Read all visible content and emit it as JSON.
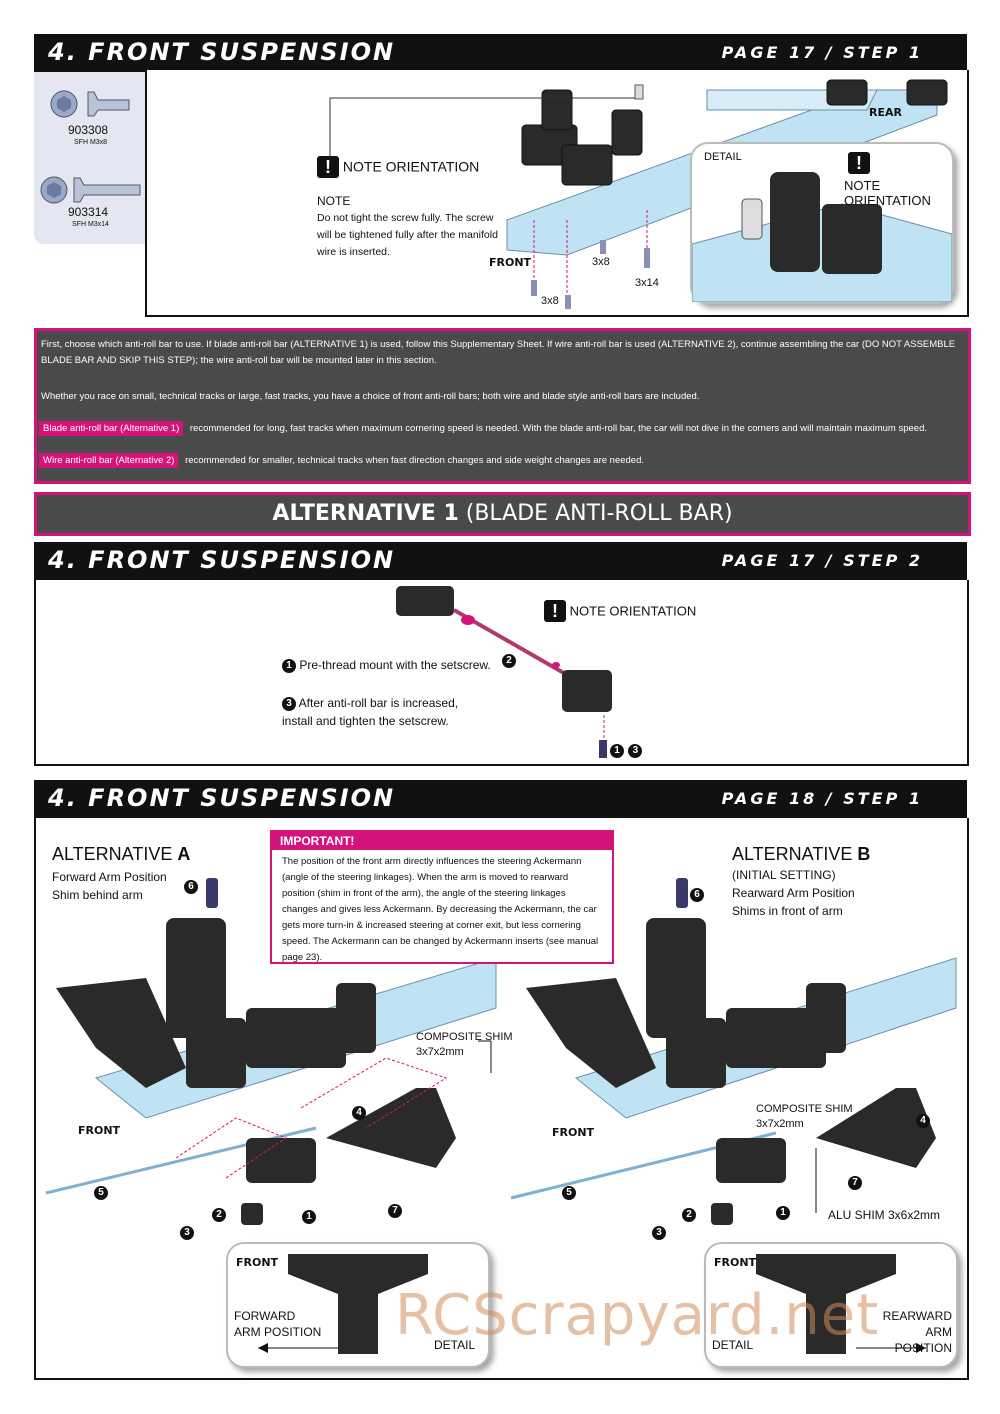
{
  "section1": {
    "title": "4. FRONT SUSPENSION",
    "page": "PAGE 17 / STEP 1",
    "parts": [
      {
        "code": "903308",
        "desc": "SFH M3x8"
      },
      {
        "code": "903314",
        "desc": "SFH M3x14"
      }
    ],
    "note_orientation": "NOTE ORIENTATION",
    "note_title": "NOTE",
    "note_text": "Do not tight the screw fully. The screw will be tightened fully after the manifold wire is inserted.",
    "front": "FRONT",
    "rear": "REAR",
    "detail": "DETAIL",
    "detail_note": "NOTE ORIENTATION",
    "screw_labels": [
      "3x8",
      "3x14",
      "3x8"
    ]
  },
  "info": {
    "para1": "First, choose which anti-roll bar to use. If blade anti-roll bar (ALTERNATIVE 1) is used, follow this Supplementary Sheet. If wire anti-roll bar is used (ALTERNATIVE 2), continue assembling the car (DO NOT ASSEMBLE BLADE BAR AND SKIP THIS STEP); the wire anti-roll bar will be mounted later in this section.",
    "para2": "Whether you race on small, technical tracks or large, fast tracks, you have a choice of front anti-roll bars; both wire and blade style anti-roll bars are included.",
    "opt1_label": "Blade anti-roll bar (Alternative 1)",
    "opt1_text": "recommended for long, fast tracks when maximum cornering speed is needed. With the blade anti-roll bar, the car will not dive in the corners and will maintain maximum speed.",
    "opt2_label": "Wire anti-roll bar (Alternative 2)",
    "opt2_text": "recommended for smaller, technical tracks when fast direction changes and side weight changes are needed."
  },
  "alt_bar": {
    "bold": "ALTERNATIVE 1",
    "rest": " (BLADE ANTI-ROLL BAR)"
  },
  "section2": {
    "title": "4. FRONT SUSPENSION",
    "page": "PAGE 17 / STEP 2",
    "note_orientation": "NOTE ORIENTATION",
    "step1": "Pre-thread mount with the setscrew.",
    "step3": "After anti-roll bar is increased, install and tighten the setscrew.",
    "n1": "1",
    "n2": "2",
    "n3": "3"
  },
  "section3": {
    "title": "4. FRONT SUSPENSION",
    "page": "PAGE 18 / STEP 1",
    "altA_title": "ALTERNATIVE",
    "altA_letter": "A",
    "altA_line1": "Forward Arm Position",
    "altA_line2": "Shim behind arm",
    "altB_title": "ALTERNATIVE",
    "altB_letter": "B",
    "altB_line1": "(INITIAL SETTING)",
    "altB_line2": "Rearward Arm Position",
    "altB_line3": "Shims in front of arm",
    "important_title": "IMPORTANT!",
    "important_text": "The position of the front arm directly influences the steering Ackermann (angle of the steering linkages). When the arm is moved to rearward position (shim in front of the arm), the angle of the steering linkages changes and gives less Ackermann. By decreasing the Ackermann, the car gets more turn-in & increased steering at corner exit, but less cornering speed. The Ackermann can be changed by Ackermann inserts (see manual page 23).",
    "composite_shim": "COMPOSITE SHIM",
    "composite_size": "3x7x2mm",
    "alu_shim": "ALU SHIM 3x6x2mm",
    "front": "FRONT",
    "detail": "DETAIL",
    "forward_arm": "FORWARD ARM POSITION",
    "rearward_arm": "REARWARD ARM POSITION",
    "numbers": [
      "1",
      "2",
      "3",
      "4",
      "5",
      "6",
      "7"
    ]
  },
  "watermark": "RCScrapyard.net",
  "colors": {
    "accent": "#d4147a",
    "header": "#111111",
    "info_bg": "#4a4a4a",
    "chassis": "#bfe3f2",
    "part": "#2a2a2a"
  }
}
